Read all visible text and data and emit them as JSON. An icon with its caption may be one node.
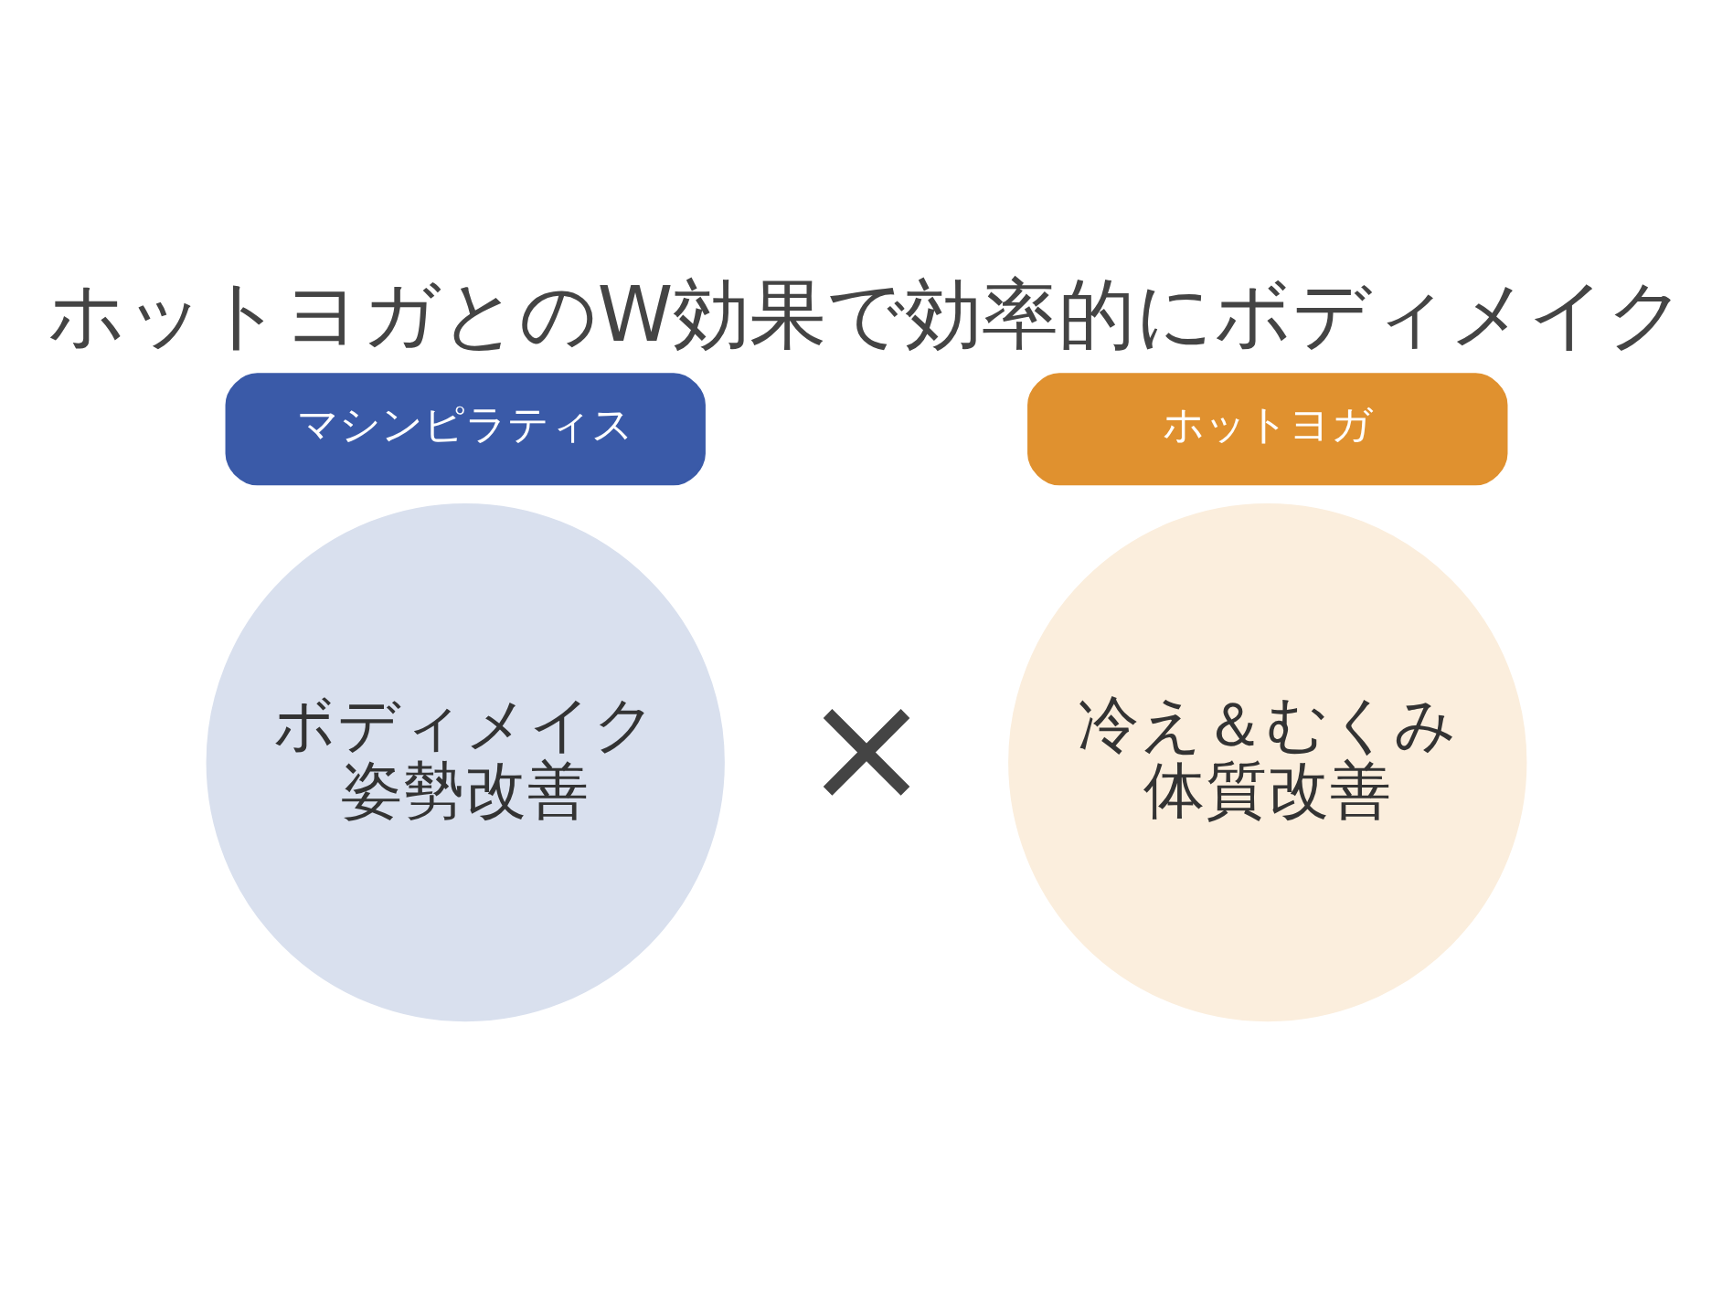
{
  "diagram": {
    "title": "ホットヨガとのW効果で効率的にボディメイク",
    "nodes": [
      {
        "text": [
          "マシンピラティス"
        ]
      },
      {
        "text": [
          "ボディメイク",
          "姿勢改善"
        ]
      },
      {
        "text": [
          "ホットヨガ"
        ]
      },
      {
        "text": [
          "冷え＆むくみ",
          "体質改善"
        ]
      }
    ],
    "labels": [
      "×"
    ]
  }
}
